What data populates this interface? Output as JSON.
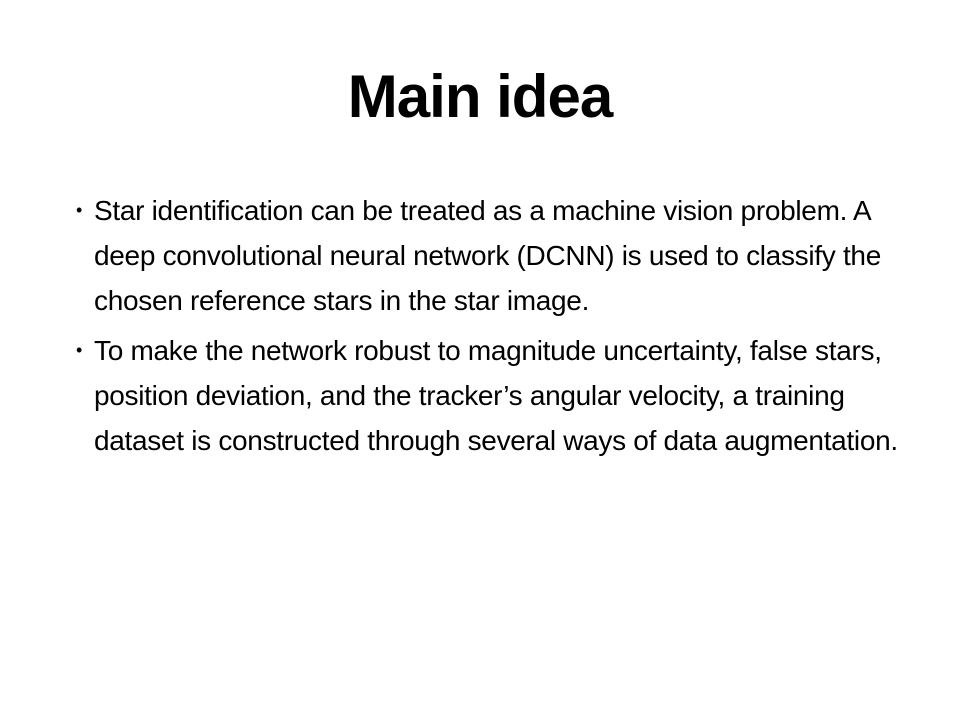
{
  "slide": {
    "title": "Main idea",
    "bullet_glyph": "•",
    "bullets": [
      {
        "text": "Star identification can be treated as a machine vision problem. A deep convolutional neural network (DCNN) is used to classify the chosen reference stars in the star image."
      },
      {
        "text": "To make the network robust to magnitude uncertainty, false stars, position deviation, and the tracker’s angular velocity, a training dataset is constructed through several ways of data augmentation."
      }
    ],
    "colors": {
      "background": "#ffffff",
      "text": "#000000"
    }
  }
}
